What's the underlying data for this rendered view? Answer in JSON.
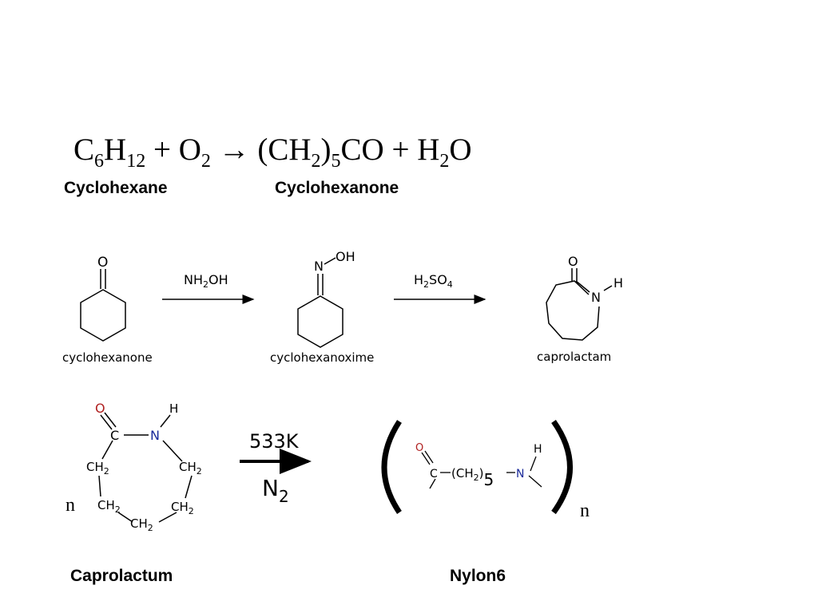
{
  "equation": {
    "c": "C",
    "c_sub": "6",
    "h": "H",
    "h_sub": "12",
    "plus1": " + ",
    "o": "O",
    "o_sub": "2",
    "arrow": " → ",
    "ch_open": "(CH",
    "ch_sub": "2",
    "ch_close": ")",
    "ch_rep": "5",
    "co": "CO",
    "plus2": " + ",
    "h2": "H",
    "h2_sub": "2",
    "o2": "O"
  },
  "labels": {
    "cyclohexane": "Cyclohexane",
    "cyclohexanone_top": "Cyclohexanone",
    "caprolactum": "Caprolactum",
    "nylon6": "Nylon6"
  },
  "scheme_top": {
    "ketone_o": "O",
    "cyclohexanone": "cyclohexanone",
    "reagent1_a": "NH",
    "reagent1_sub": "2",
    "reagent1_b": "OH",
    "oxime_n": "N",
    "oxime_oh": "OH",
    "cyclohexanoxime": "cyclohexanoxime",
    "reagent2_a": "H",
    "reagent2_sub1": "2",
    "reagent2_b": "SO",
    "reagent2_sub2": "4",
    "lactam_o": "O",
    "lactam_n": "N",
    "lactam_h": "H",
    "caprolactam": "caprolactam"
  },
  "scheme_bottom": {
    "ring_o": "O",
    "ring_c": "C",
    "ring_n": "N",
    "ring_h": "H",
    "ch2_a": "CH",
    "ch2_a_sub": "2",
    "ch2_b": "CH",
    "ch2_b_sub": "2",
    "ch2_c": "CH",
    "ch2_c_sub": "2",
    "ch2_d": "CH",
    "ch2_d_sub": "2",
    "ch2_e": "CH",
    "ch2_e_sub": "2",
    "n_left": "n",
    "cond_temp": "533K",
    "cond_gas": "N",
    "cond_gas_sub": "2",
    "poly_o": "O",
    "poly_c": "C",
    "poly_ch2": "(CH",
    "poly_ch2_sub": "2",
    "poly_rep": "5",
    "poly_n": "N",
    "poly_h": "H",
    "n_right": "n"
  },
  "colors": {
    "oxygen": "#b02020",
    "nitrogen": "#1a2a9a",
    "ink": "#000000"
  }
}
